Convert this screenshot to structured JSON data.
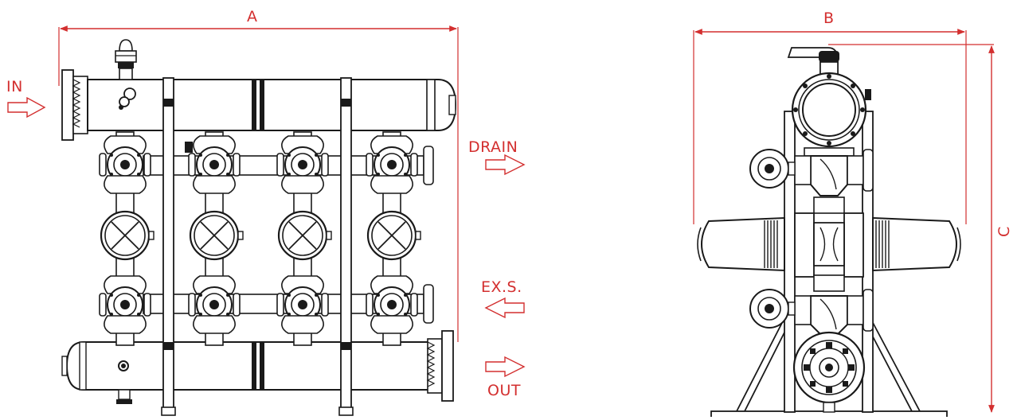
{
  "labels": {
    "dim_a": "A",
    "dim_b": "B",
    "dim_c": "C",
    "inlet": "IN",
    "drain": "DRAIN",
    "exhaust": "EX.S.",
    "outlet": "OUT"
  },
  "colors": {
    "dimension": "#d32f2f",
    "outline": "#1a1a1a",
    "fill": "#ffffff"
  },
  "diagram": {
    "front_view_filter_units": 4,
    "side_view_filter_units": 1
  }
}
